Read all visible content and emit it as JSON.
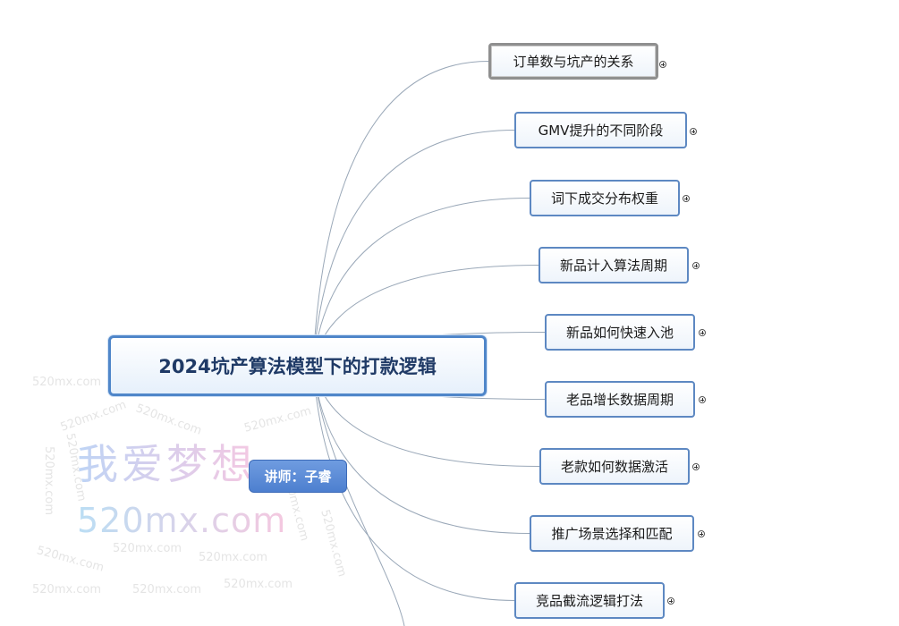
{
  "root": {
    "title": "2024坑产算法模型下的打款逻辑"
  },
  "lecturer": {
    "label": "讲师：子睿"
  },
  "topics": [
    {
      "label": "订单数与坑产的关系",
      "selected": true
    },
    {
      "label": "GMV提升的不同阶段"
    },
    {
      "label": "词下成交分布权重"
    },
    {
      "label": "新品计入算法周期"
    },
    {
      "label": "新品如何快速入池"
    },
    {
      "label": "老品增长数据周期"
    },
    {
      "label": "老款如何数据激活"
    },
    {
      "label": "推广场景选择和匹配"
    },
    {
      "label": "竞品截流逻辑打法"
    }
  ],
  "watermark": {
    "big_text": "我爱梦想",
    "site_text": "520mx.com",
    "small_text": "520mx.com"
  },
  "colors": {
    "branch_line": "#9aa8b8",
    "topic_border": "#5d88c2",
    "center_border": "#4f86c9",
    "lecturer_bg": "#5b8bd6"
  }
}
